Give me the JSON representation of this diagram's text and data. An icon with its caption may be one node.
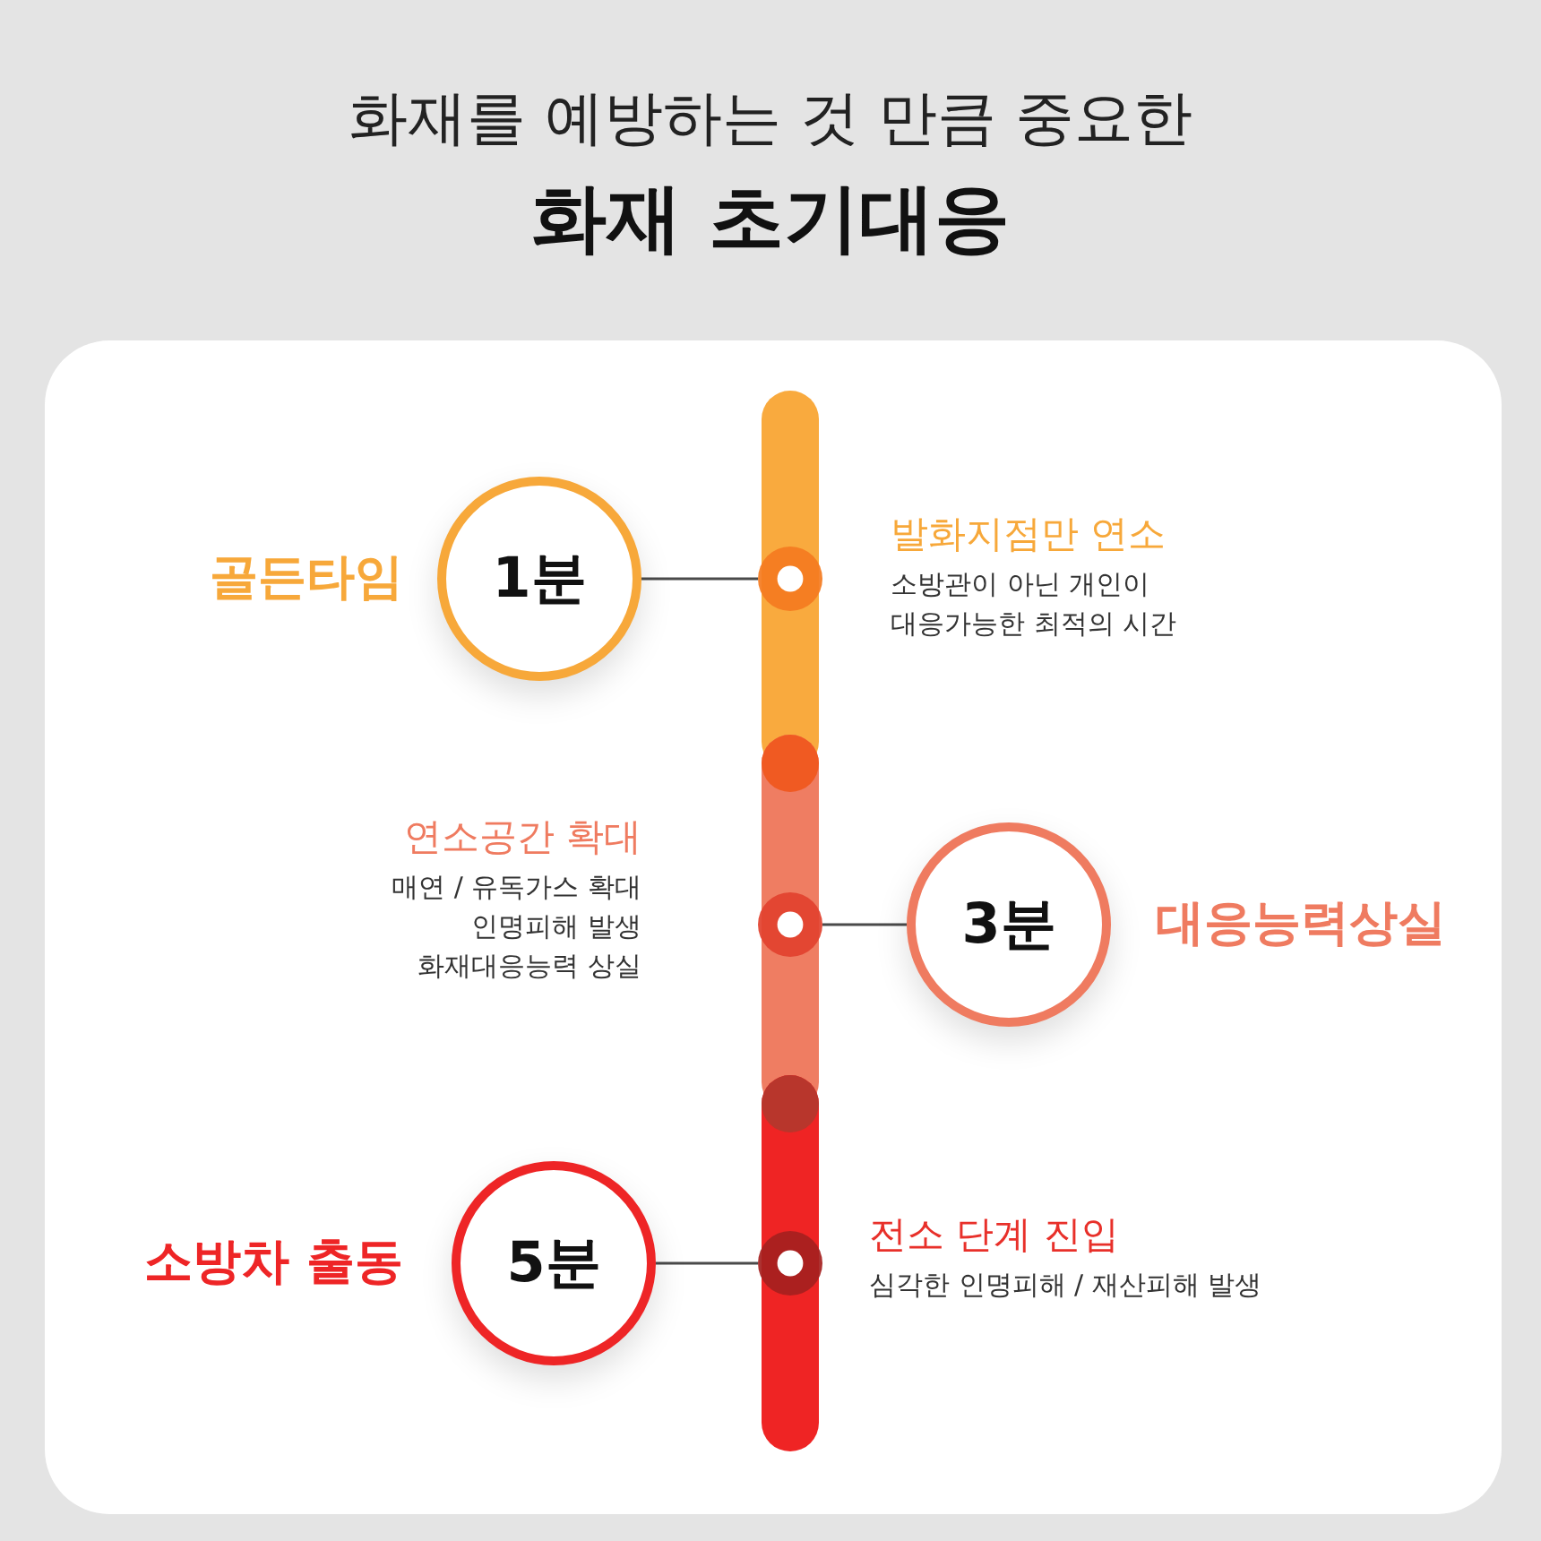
{
  "diagram": {
    "title": "화재를 예방하는 것 만큼 중요한 **화재 초기대응**",
    "nodes": [
      {
        "text": [
          "1분"
        ],
        "beside": [
          "골든타임"
        ]
      },
      {
        "text": [],
        "shape": "circle",
        "beside": [
          "발화지점만 연소",
          "소방관이 아닌 개인이 대응가능한 최적의 시간"
        ]
      },
      {
        "text": [],
        "shape": "circle",
        "beside": [
          "연소공간 확대",
          "매연 / 유독가스 확대",
          "인명피해 발생",
          "화재대응능력 상실"
        ]
      },
      {
        "text": [
          "3분"
        ],
        "beside": [
          "대응능력상실"
        ]
      },
      {
        "text": [
          "5분"
        ],
        "beside": [
          "소방차 출동"
        ]
      },
      {
        "text": [],
        "shape": "circle",
        "beside": [
          "전소 단계 진입",
          "심각한 인명피해 / 재산피해 발생"
        ]
      }
    ],
    "edges": [
      {
        "from": 0,
        "to": 1,
        "arrow": "none"
      },
      {
        "from": 3,
        "to": 2,
        "arrow": "none"
      },
      {
        "from": 4,
        "to": 5,
        "arrow": "none"
      }
    ]
  }
}
